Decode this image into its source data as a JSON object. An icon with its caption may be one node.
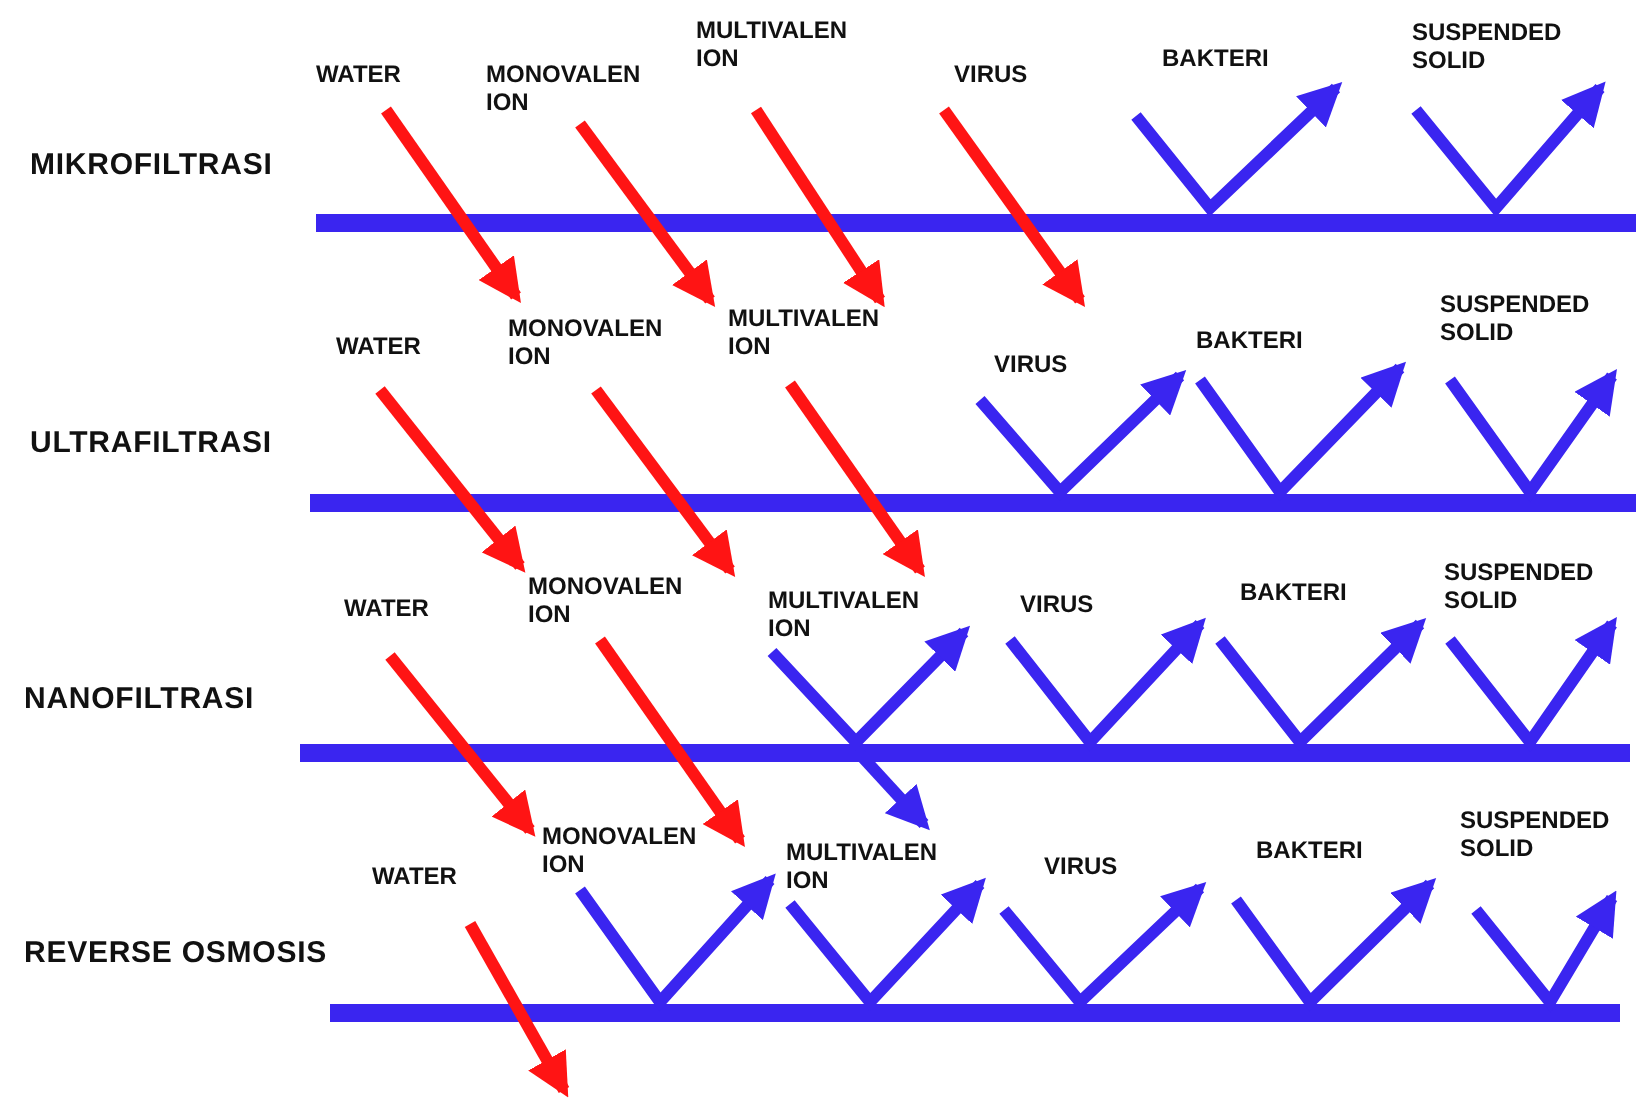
{
  "diagram": {
    "nodes": [
      {
        "text": [
          "MIKROFILTRASI"
        ]
      },
      {
        "text": [
          "ULTRAFILTRASI"
        ]
      },
      {
        "text": [
          "NANOFILTRASI"
        ]
      },
      {
        "text": [
          "REVERSE OSMOSIS"
        ]
      }
    ],
    "labels": [
      "WATER",
      "MONOVALEN ION",
      "MULTIVALEN ION",
      "VIRUS",
      "BAKTERI",
      "SUSPENDED SOLID",
      "WATER",
      "MONOVALEN ION",
      "MULTIVALEN ION",
      "VIRUS",
      "BAKTERI",
      "SUSPENDED SOLID",
      "WATER",
      "MONOVALEN ION",
      "MULTIVALEN ION",
      "VIRUS",
      "BAKTERI",
      "SUSPENDED SOLID",
      "WATER",
      "MONOVALEN ION",
      "MULTIVALEN ION",
      "VIRUS",
      "BAKTERI",
      "SUSPENDED SOLID"
    ]
  }
}
